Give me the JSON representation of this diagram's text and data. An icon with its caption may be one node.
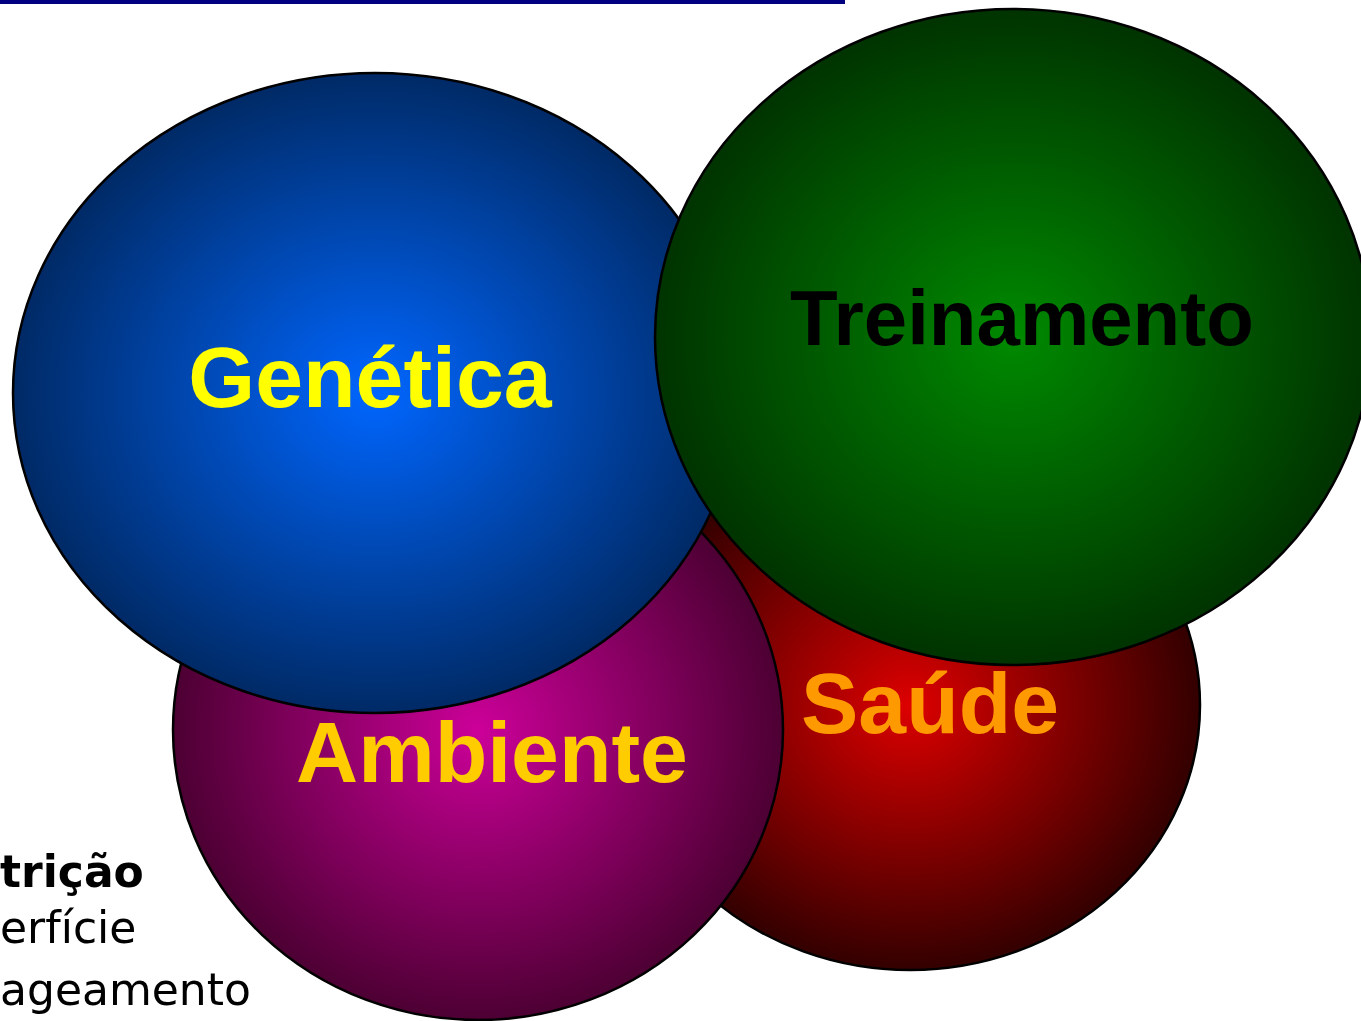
{
  "diagram": {
    "nodes": [
      {
        "text": [
          "Genética"
        ]
      },
      {
        "text": [
          "Treinamento"
        ]
      },
      {
        "text": [
          "Ambiente"
        ]
      },
      {
        "text": [
          "Saúde"
        ]
      }
    ],
    "labels": [
      "trição",
      "erfície",
      "ageamento"
    ]
  }
}
